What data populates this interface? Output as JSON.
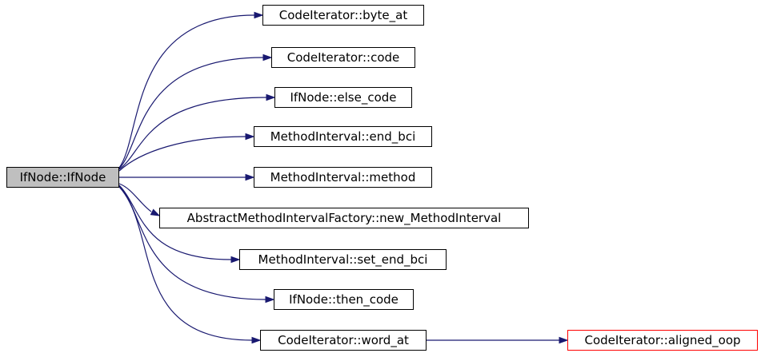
{
  "graph": {
    "edge_color": "#191970",
    "root_fill": "#bfbfbf",
    "highlight_border": "#ff0000",
    "nodes": {
      "root": "IfNode::IfNode",
      "byte_at": "CodeIterator::byte_at",
      "code": "CodeIterator::code",
      "else_code": "IfNode::else_code",
      "end_bci": "MethodInterval::end_bci",
      "method": "MethodInterval::method",
      "new_method_interval": "AbstractMethodIntervalFactory::new_MethodInterval",
      "set_end_bci": "MethodInterval::set_end_bci",
      "then_code": "IfNode::then_code",
      "word_at": "CodeIterator::word_at",
      "aligned_oop": "CodeIterator::aligned_oop"
    },
    "edges": [
      [
        "root",
        "byte_at"
      ],
      [
        "root",
        "code"
      ],
      [
        "root",
        "else_code"
      ],
      [
        "root",
        "end_bci"
      ],
      [
        "root",
        "method"
      ],
      [
        "root",
        "new_method_interval"
      ],
      [
        "root",
        "set_end_bci"
      ],
      [
        "root",
        "then_code"
      ],
      [
        "root",
        "word_at"
      ],
      [
        "word_at",
        "aligned_oop"
      ]
    ]
  }
}
